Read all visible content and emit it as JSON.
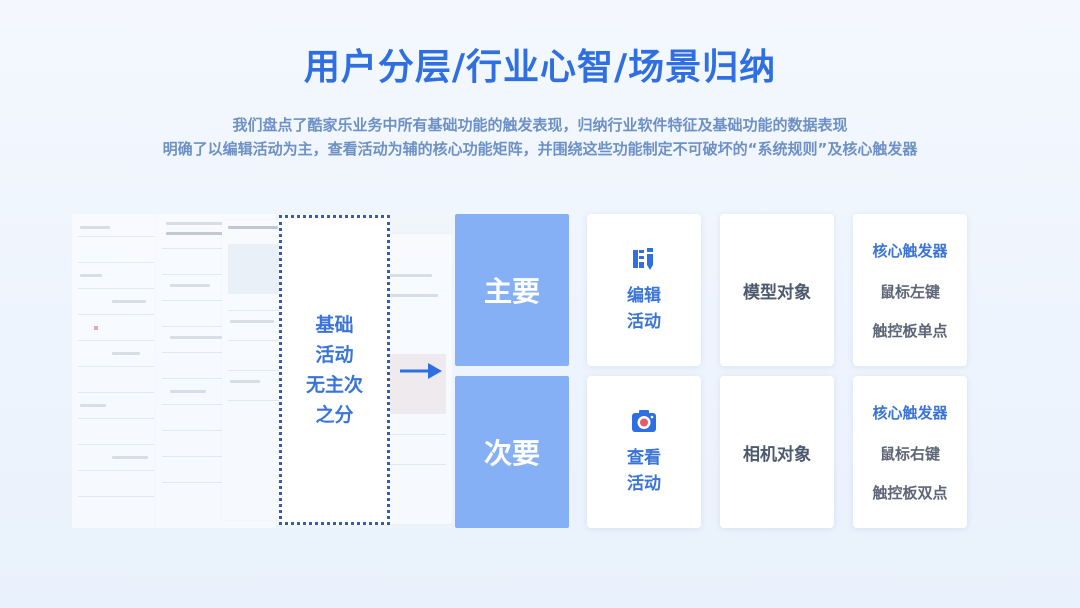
{
  "title": "用户分层/行业心智/场景归纳",
  "description": {
    "line1": "我们盘点了酷家乐业务中所有基础功能的触发表现，归纳行业软件特征及基础功能的数据表现",
    "line2": "明确了以编辑活动为主，查看活动为辅的核心功能矩阵，并围绕这些功能制定不可破坏的“系统规则”及核心触发器"
  },
  "basic": {
    "text_lines": [
      "基础",
      "活动",
      "无主次",
      "之分"
    ]
  },
  "rows": [
    {
      "priority": "主要",
      "activity": {
        "icon": "edit-icon",
        "label_lines": [
          "编辑",
          "活动"
        ]
      },
      "object": "模型对象",
      "trigger": {
        "title": "核心触发器",
        "items": [
          "鼠标左键",
          "触控板单点"
        ]
      }
    },
    {
      "priority": "次要",
      "activity": {
        "icon": "camera-icon",
        "label_lines": [
          "查看",
          "活动"
        ]
      },
      "object": "相机对象",
      "trigger": {
        "title": "核心触发器",
        "items": [
          "鼠标右键",
          "触控板双点"
        ]
      }
    }
  ],
  "colors": {
    "accent": "#2f6fe2",
    "priority_bg": "#86b0f5",
    "dotted_border": "#2d5fb4"
  }
}
